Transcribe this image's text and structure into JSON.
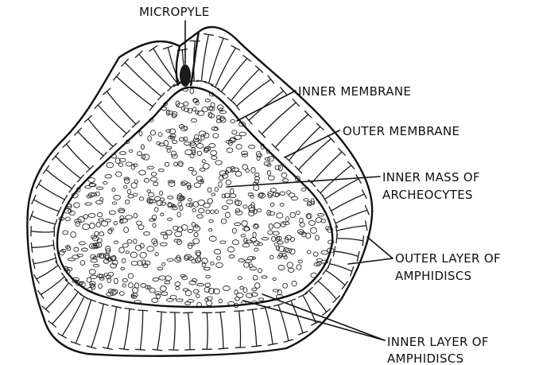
{
  "figure": {
    "labels": {
      "micropyle": "MICROPYLE",
      "inner_membrane": "INNER MEMBRANE",
      "outer_membrane": "OUTER MEMBRANE",
      "inner_mass_1": "INNER MASS OF",
      "inner_mass_2": "ARCHEOCYTES",
      "outer_layer_1": "OUTER LAYER OF",
      "outer_layer_2": "AMPHIDISCS",
      "inner_layer_1": "INNER LAYER OF",
      "inner_layer_2": "AMPHIDISCS"
    },
    "colors": {
      "ink": "#111111",
      "background": "#ffffff"
    }
  }
}
